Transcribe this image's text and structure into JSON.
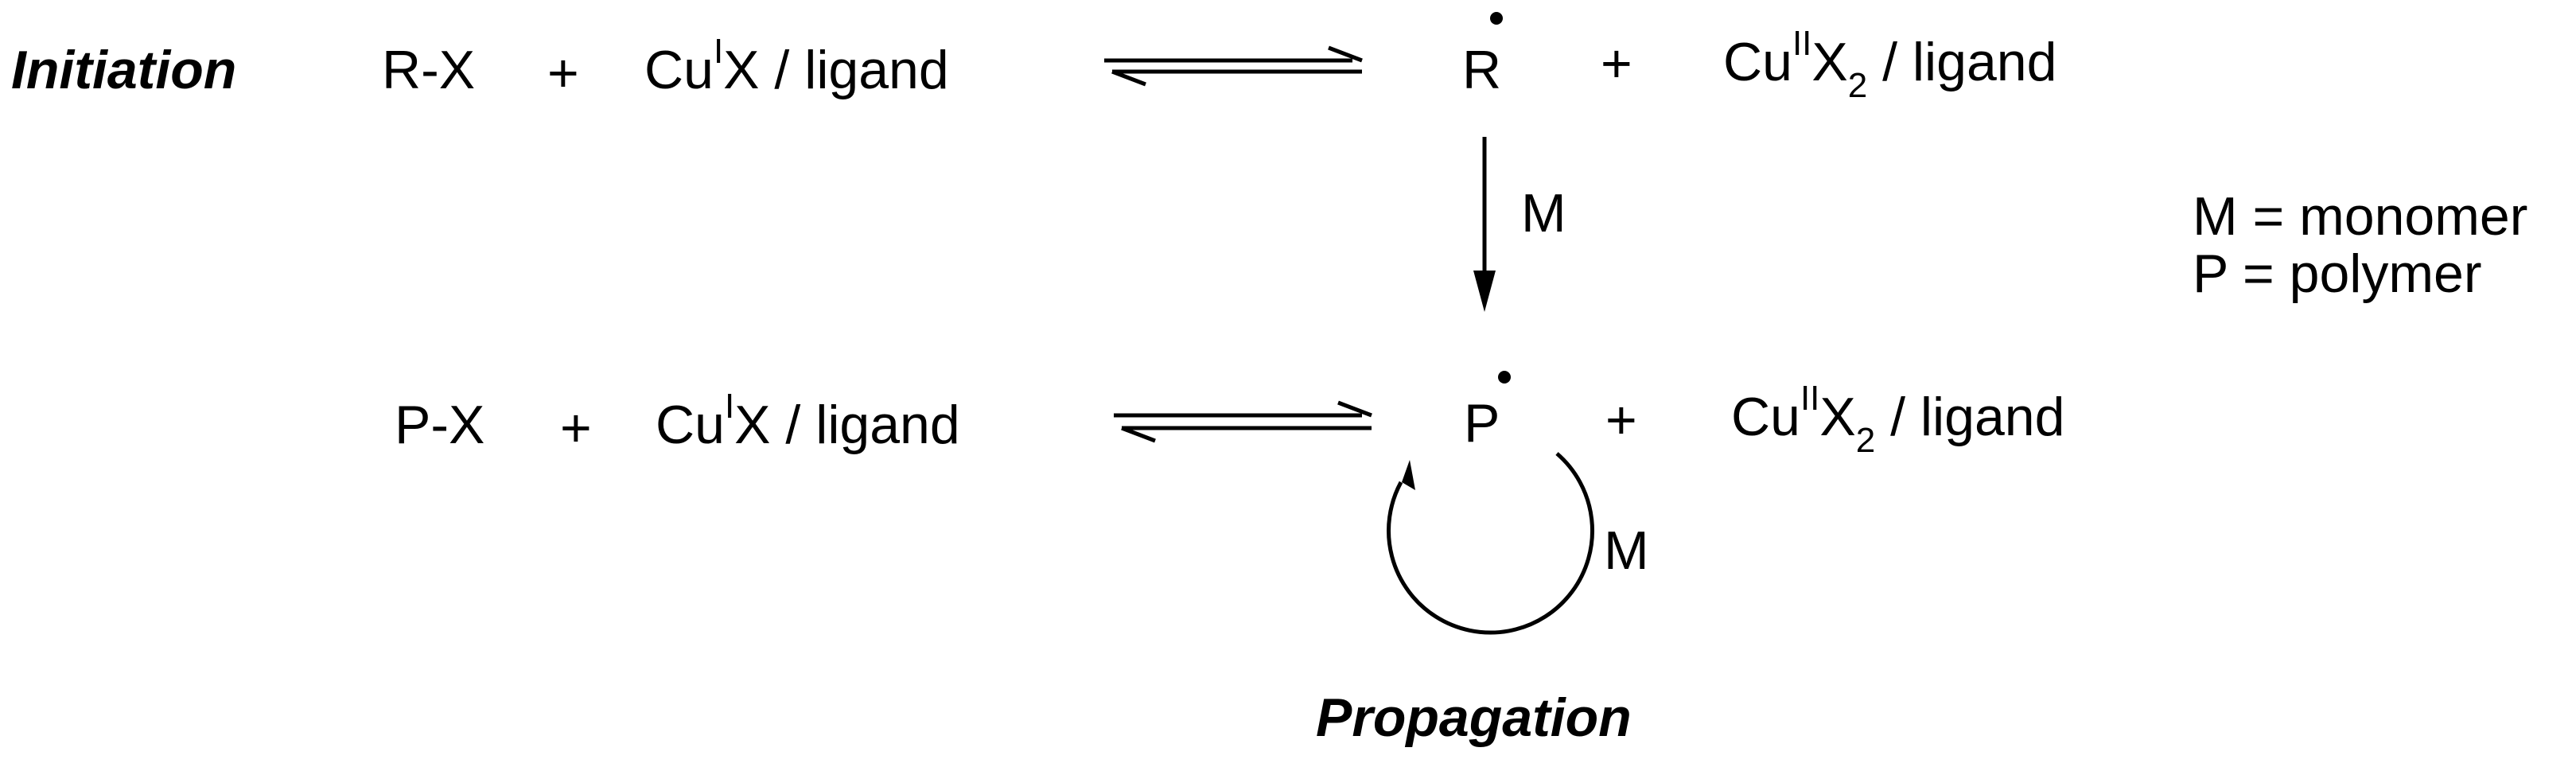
{
  "initiation": {
    "heading": "Initiation",
    "reactant_1": "R-X",
    "plus_1": "+",
    "catalyst_1": {
      "metal": "Cu",
      "ox": "I",
      "rest": "X / ligand"
    },
    "radical": "R",
    "plus_2": "+",
    "deactivator_1": {
      "metal": "Cu",
      "ox": "II",
      "mid": "X",
      "sub": "2",
      "rest": " / ligand"
    }
  },
  "addition_arrow_label": "M",
  "legend": {
    "line_1": "M = monomer",
    "line_2": "P = polymer"
  },
  "propagation": {
    "reactant_1": "P-X",
    "plus_1": "+",
    "catalyst_1": {
      "metal": "Cu",
      "ox": "I",
      "rest": "X / ligand"
    },
    "radical": "P",
    "plus_2": "+",
    "deactivator_1": {
      "metal": "Cu",
      "ox": "II",
      "mid": "X",
      "sub": "2",
      "rest": " / ligand"
    },
    "cycle_label": "M",
    "heading": "Propagation"
  },
  "colors": {
    "ink": "#000000",
    "background": "#ffffff"
  }
}
